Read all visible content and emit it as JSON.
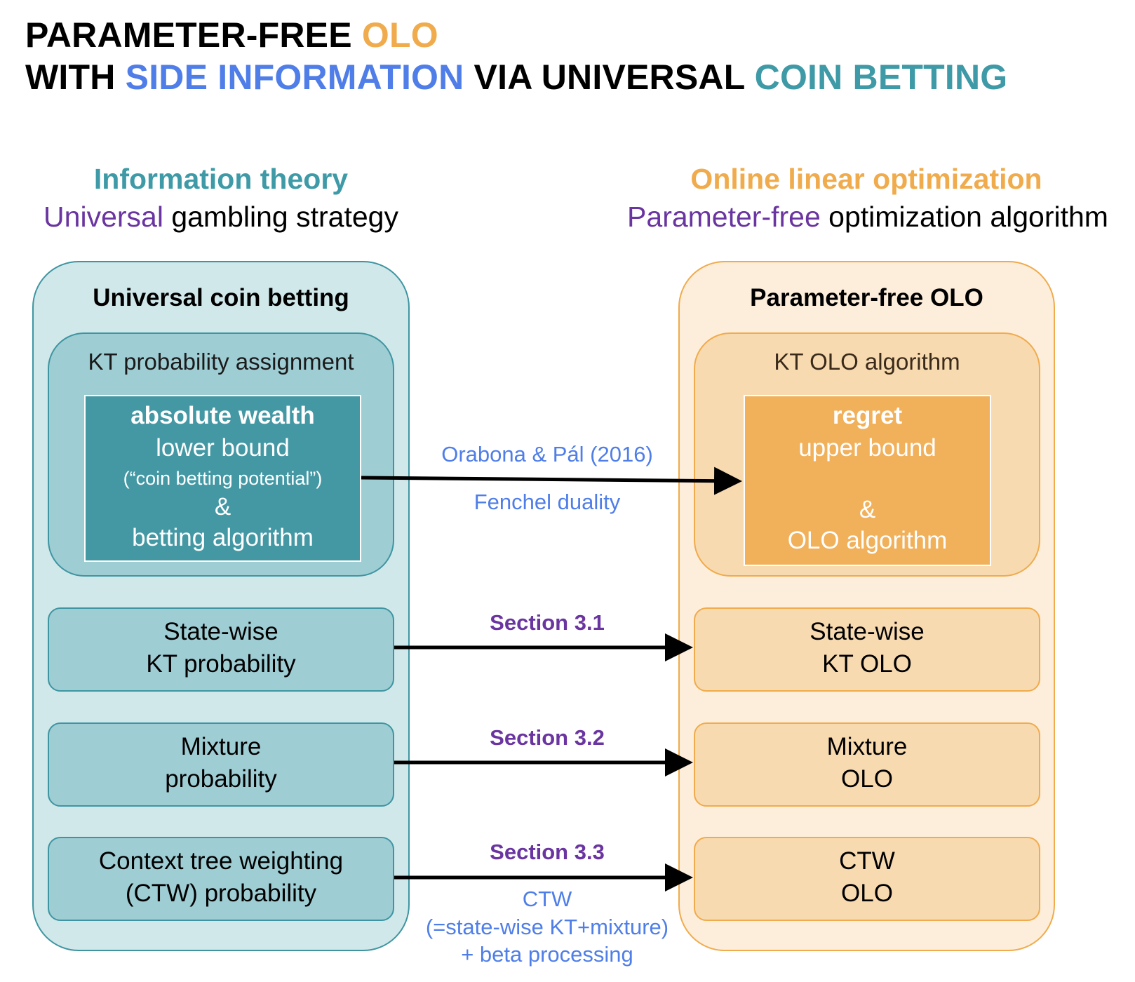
{
  "title": {
    "line1_part1": "PARAMETER-FREE ",
    "line1_part2": "OLO",
    "line2_part1": "WITH ",
    "line2_part2": "SIDE INFORMATION",
    "line2_part3": " VIA UNIVERSAL ",
    "line2_part4": "COIN BETTING"
  },
  "left_header": {
    "heading": "Information theory",
    "sub_highlight": "Universal",
    "sub_rest": " gambling strategy"
  },
  "right_header": {
    "heading": "Online linear optimization",
    "sub_highlight": "Parameter-free",
    "sub_rest": " optimization algorithm"
  },
  "left_column": {
    "title": "Universal coin betting",
    "kt_group_label": "KT probability assignment",
    "inner": {
      "line1": "absolute wealth",
      "line2": "lower bound",
      "line3": "(“coin betting potential”)",
      "line4": "&",
      "line5": "betting algorithm"
    },
    "boxes": [
      {
        "line1": "State-wise",
        "line2": "KT probability"
      },
      {
        "line1": "Mixture",
        "line2": "probability"
      },
      {
        "line1": "Context tree weighting",
        "line2": "(CTW) probability"
      }
    ]
  },
  "right_column": {
    "title": "Parameter-free OLO",
    "kt_group_label": "KT OLO algorithm",
    "inner": {
      "line1": "regret",
      "line2": "upper bound",
      "line3": "&",
      "line4": "OLO algorithm"
    },
    "boxes": [
      {
        "line1": "State-wise",
        "line2": "KT OLO"
      },
      {
        "line1": "Mixture",
        "line2": "OLO"
      },
      {
        "line1": "CTW",
        "line2": "OLO"
      }
    ]
  },
  "connections": {
    "kt": {
      "above": "Orabona & Pál (2016)",
      "below": "Fenchel duality"
    },
    "state_wise": {
      "above": "Section 3.1"
    },
    "mixture": {
      "above": "Section 3.2"
    },
    "ctw": {
      "above": "Section 3.3",
      "below_line1": "CTW",
      "below_line2": "(=state-wise KT+mixture)",
      "below_line3": "+ beta processing"
    }
  },
  "colors": {
    "teal": "#3e9aa6",
    "orange": "#f0ab4c",
    "blue": "#4f7ee8",
    "purple": "#6a35a0"
  }
}
